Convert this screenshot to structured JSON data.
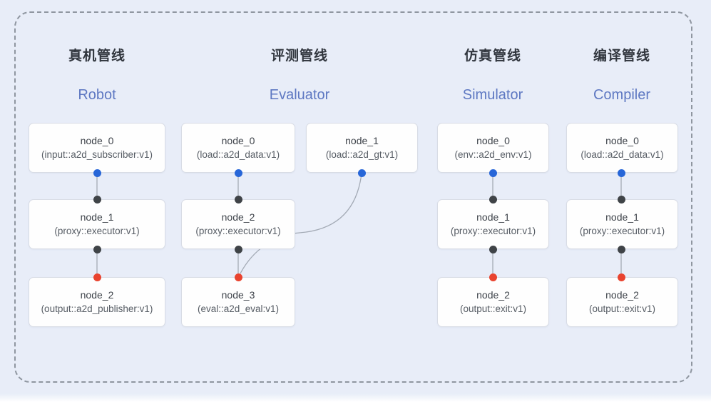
{
  "diagram": {
    "colors": {
      "background": "#e8edf8",
      "frame_border": "#8f96a0",
      "node_background": "#fefefe",
      "node_border": "#d8dce5",
      "cn_title": "#31363e",
      "en_title": "#5e78c2",
      "edge": "#a3aab5",
      "input_port_dot": "#2766d8",
      "pass_port_dot": "#3f4347",
      "output_port_dot": "#e9432f"
    },
    "pipelines": [
      {
        "id": "robot",
        "title_cn": "真机管线",
        "title_en": "Robot",
        "nodes": [
          {
            "name": "node_0",
            "type": "(input::a2d_subscriber:v1)"
          },
          {
            "name": "node_1",
            "type": "(proxy::executor:v1)"
          },
          {
            "name": "node_2",
            "type": "(output::a2d_publisher:v1)"
          }
        ]
      },
      {
        "id": "evaluator",
        "title_cn": "评测管线",
        "title_en": "Evaluator",
        "nodes": [
          {
            "name": "node_0",
            "type": "(load::a2d_data:v1)"
          },
          {
            "name": "node_1",
            "type": "(load::a2d_gt:v1)"
          },
          {
            "name": "node_2",
            "type": "(proxy::executor:v1)"
          },
          {
            "name": "node_3",
            "type": "(eval::a2d_eval:v1)"
          }
        ]
      },
      {
        "id": "simulator",
        "title_cn": "仿真管线",
        "title_en": "Simulator",
        "nodes": [
          {
            "name": "node_0",
            "type": "(env::a2d_env:v1)"
          },
          {
            "name": "node_1",
            "type": "(proxy::executor:v1)"
          },
          {
            "name": "node_2",
            "type": "(output::exit:v1)"
          }
        ]
      },
      {
        "id": "compiler",
        "title_cn": "编译管线",
        "title_en": "Compiler",
        "nodes": [
          {
            "name": "node_0",
            "type": "(load::a2d_data:v1)"
          },
          {
            "name": "node_1",
            "type": "(proxy::executor:v1)"
          },
          {
            "name": "node_2",
            "type": "(output::exit:v1)"
          }
        ]
      }
    ]
  }
}
